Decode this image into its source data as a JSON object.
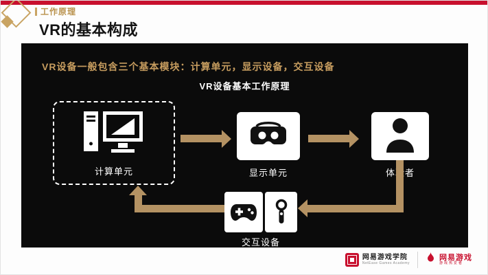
{
  "header": {
    "eyebrow": "工作原理",
    "title": "VR的基本构成"
  },
  "panel": {
    "intro": "VR设备一般包含三个基本模块：计算单元，显示设备，交互设备",
    "diagram_title": "VR设备基本工作原理"
  },
  "diagram": {
    "nodes": [
      {
        "label": "计算单元",
        "icon": "desktop-computer-icon"
      },
      {
        "label": "显示单元",
        "icon": "vr-headset-icon"
      },
      {
        "label": "体验者",
        "icon": "person-icon"
      },
      {
        "label": "交互设备",
        "icon": "gamepad-icon,vr-controller-icon"
      }
    ]
  },
  "footer": {
    "academy_name": "网易游戏学院",
    "academy_sub": "NetEase Games Academy",
    "brand_name": "网易游戏",
    "brand_sub": "游戏热爱者"
  },
  "colors": {
    "accent_red": "#c8102e",
    "accent_gold": "#c9a463",
    "arrow_tan": "#b49263",
    "panel_bg": "#0b0b0b"
  }
}
